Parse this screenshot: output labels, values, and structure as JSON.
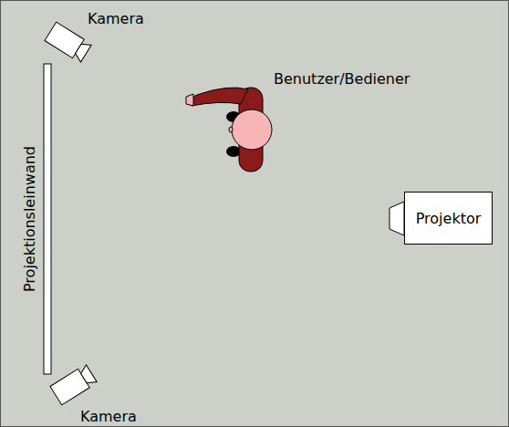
{
  "diagram": {
    "nodes": [
      {
        "text": [
          "Projektor"
        ]
      }
    ],
    "labels": [
      "Kamera",
      "Benutzer/Bediener",
      "Projektionsleinwand",
      "Kamera"
    ]
  }
}
